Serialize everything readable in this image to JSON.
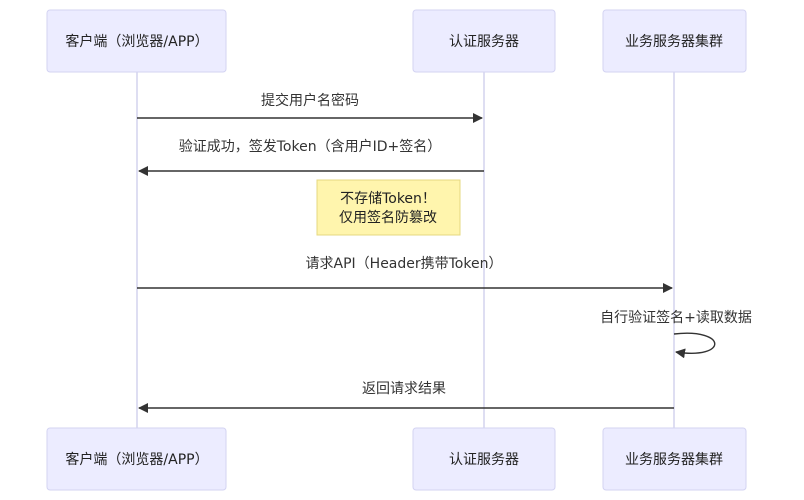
{
  "participants": [
    {
      "id": "client",
      "label": "客户端（浏览器/APP）"
    },
    {
      "id": "auth",
      "label": "认证服务器"
    },
    {
      "id": "business",
      "label": "业务服务器集群"
    }
  ],
  "messages": [
    {
      "from": "client",
      "to": "auth",
      "label": "提交用户名密码"
    },
    {
      "from": "auth",
      "to": "client",
      "label": "验证成功，签发Token（含用户ID+签名）"
    },
    {
      "from": "client",
      "to": "business",
      "label": "请求API（Header携带Token）"
    },
    {
      "from": "business",
      "to": "business",
      "label": "自行验证签名+读取数据"
    },
    {
      "from": "business",
      "to": "client",
      "label": "返回请求结果"
    }
  ],
  "note": {
    "over": "auth",
    "lines": [
      "不存储Token！",
      "仅用签名防篡改"
    ]
  },
  "colors": {
    "participant_fill": "#ECECFF",
    "participant_border": "#D3D3F2",
    "note_fill": "#FFF5AD",
    "note_border": "#E6D880",
    "line": "#333333"
  }
}
